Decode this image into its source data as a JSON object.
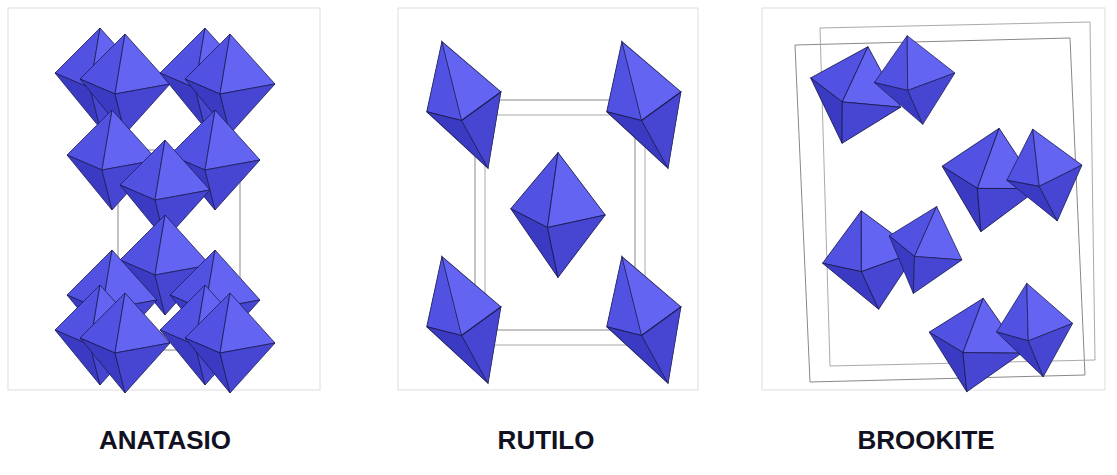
{
  "diagram": {
    "labels": [
      "ANATASIO",
      "RUTILO",
      "BROOKITE"
    ]
  }
}
